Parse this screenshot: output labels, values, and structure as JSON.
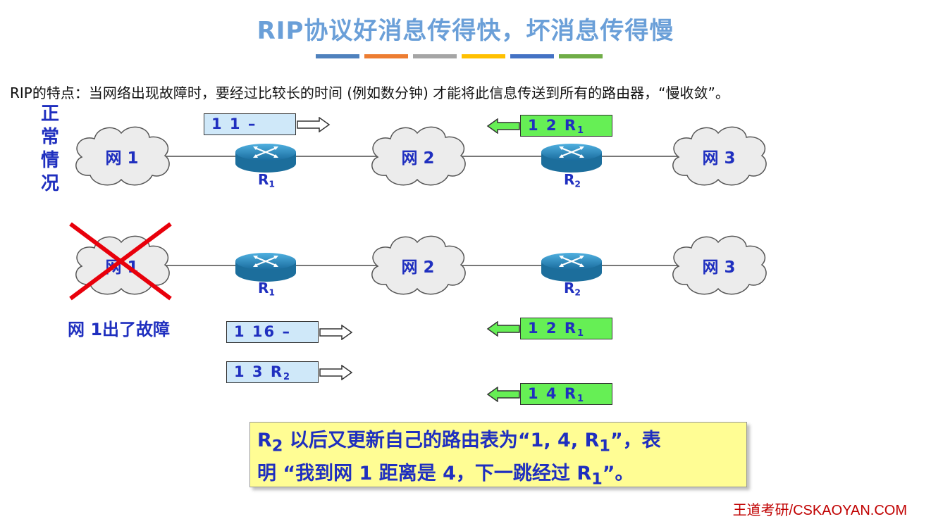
{
  "title": "RIP协议好消息传得快，坏消息传得慢",
  "title_bar_colors": [
    "#4f81bd",
    "#ed7d31",
    "#a5a5a5",
    "#ffc000",
    "#4472c4",
    "#70ad47"
  ],
  "intro_text": "RIP的特点：当网络出现故障时，要经过比较长的时间 (例如数分钟) 才能将此信息传送到所有的路由器，“慢收敛”。",
  "normal_label": "正常情况",
  "scene_normal": {
    "net1": "网 1",
    "net2": "网 2",
    "net3": "网 3",
    "r1": {
      "name": "R",
      "sub": "1"
    },
    "r2": {
      "name": "R",
      "sub": "2"
    },
    "msg_from_r1": {
      "text": "1  1  –"
    },
    "msg_from_r2": {
      "text": "1  2  R",
      "sub": "1"
    }
  },
  "scene_fault": {
    "net1": "网 1",
    "net2": "网 2",
    "net3": "网 3",
    "r1": {
      "name": "R",
      "sub": "1"
    },
    "r2": {
      "name": "R",
      "sub": "2"
    },
    "fault_label": "网 1出了故障",
    "msgs_from_r1": [
      {
        "text": "1  16  –"
      },
      {
        "text": "1  3  R",
        "sub": "2"
      }
    ],
    "msgs_from_r2": [
      {
        "text": "1  2  R",
        "sub": "1"
      },
      {
        "text": "1  4  R",
        "sub": "1"
      }
    ]
  },
  "note": {
    "line1_a": "R",
    "line1_sub1": "2",
    "line1_b": " 以后又更新自己的路由表为“1,  4,  R",
    "line1_sub2": "1",
    "line1_c": "”，表",
    "line2_a": "明 “我到网 1 距离是 4，下一跳经过 R",
    "line2_sub": "1",
    "line2_b": "”。"
  },
  "footer": "王道考研/CSKAOYAN.COM",
  "colors": {
    "title": "#6a9fd8",
    "label_blue": "#1f2fbf",
    "msg_left_bg": "#cfe8f9",
    "msg_right_bg": "#66ef55",
    "note_bg": "#fffd94",
    "fault_cross": "#e8000b",
    "footer": "#c00000"
  }
}
